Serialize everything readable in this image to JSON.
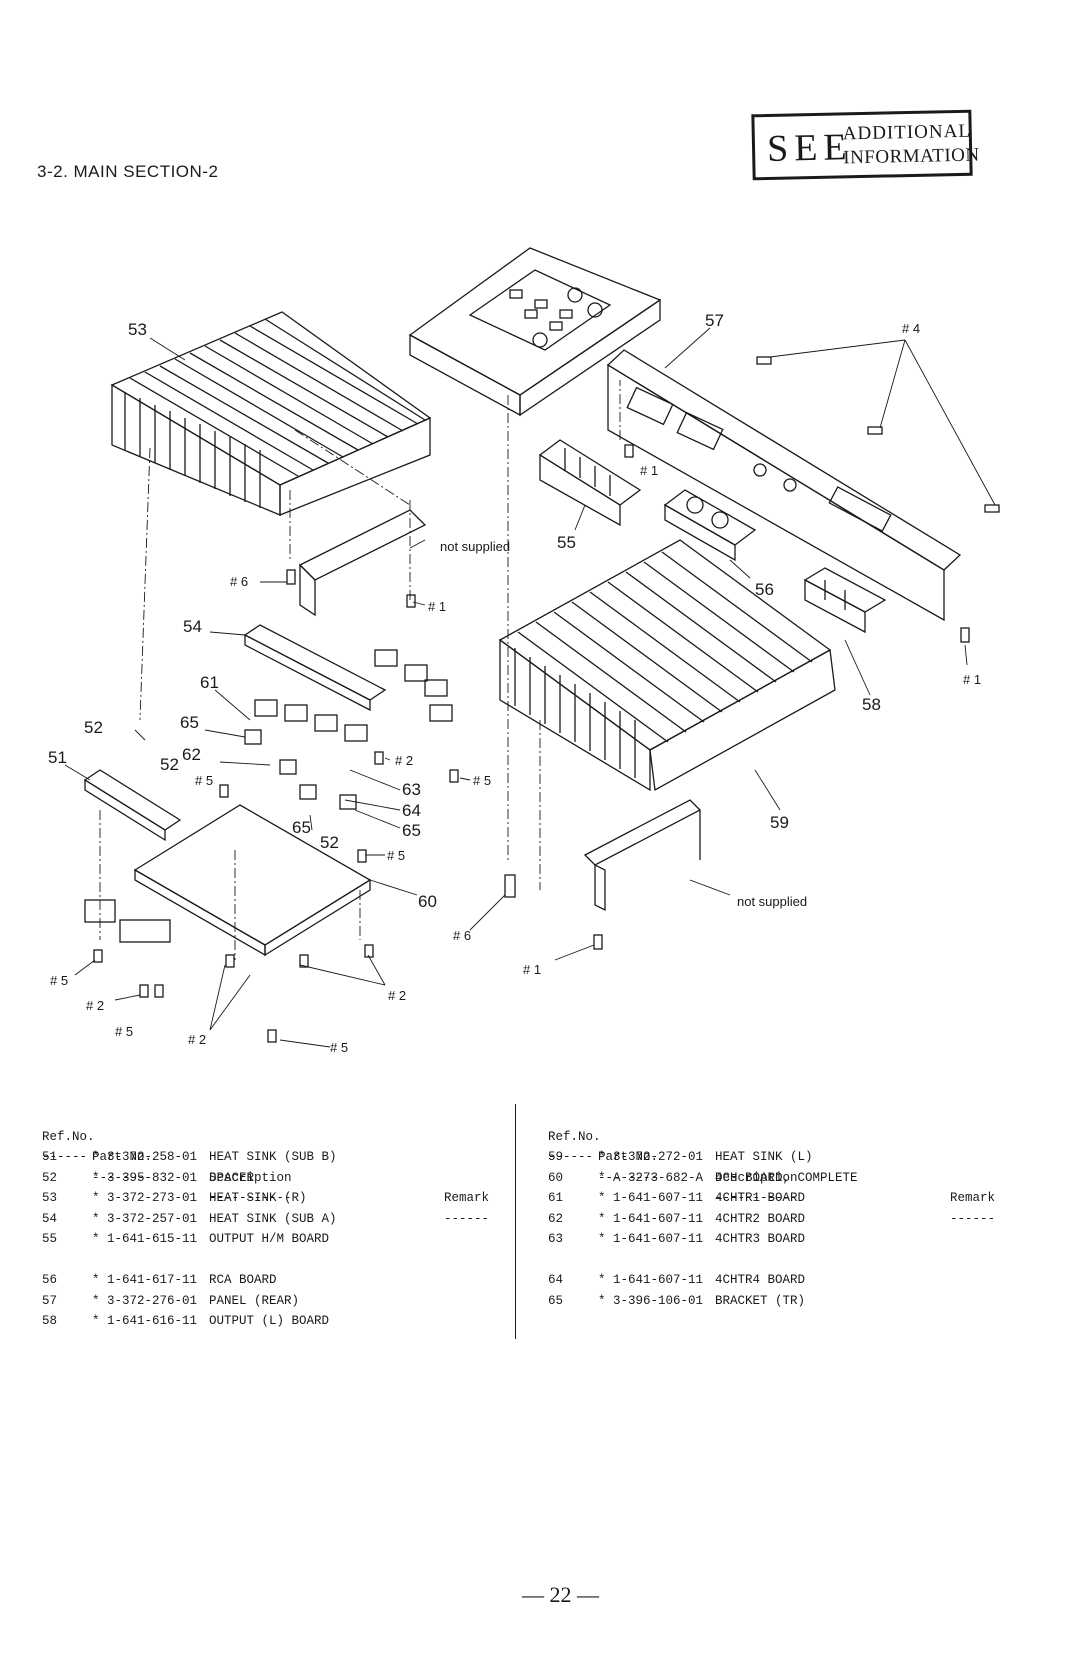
{
  "section_title": "3-2. MAIN SECTION-2",
  "stamp": {
    "see": "SEE",
    "line1": "ADDITIONAL",
    "line2": "INFORMATION"
  },
  "callouts": {
    "c53": "53",
    "c57": "57",
    "c4": "# 4",
    "c1a": "# 1",
    "c55": "55",
    "c56": "56",
    "cns1": "not supplied",
    "c6a": "# 6",
    "c1b": "# 1",
    "c54": "54",
    "c58": "58",
    "c1c": "# 1",
    "c61": "61",
    "c65a": "65",
    "c52a": "52",
    "c51": "51",
    "c52b": "52",
    "c62": "62",
    "c5a": "# 5",
    "c2a": "# 2",
    "c5b": "# 5",
    "c63": "63",
    "c64": "64",
    "c65b": "65",
    "c65c": "65",
    "c52c": "52",
    "c5c": "# 5",
    "c59": "59",
    "c60": "60",
    "cns2": "not supplied",
    "c6b": "# 6",
    "c1d": "# 1",
    "c5d": "# 5",
    "c2b": "# 2",
    "c2c": "# 2",
    "c5e": "# 5",
    "c2d": "# 2",
    "c5f": "# 5"
  },
  "table_headers": {
    "ref": "Ref.No.",
    "part": "Part No.",
    "desc": "Description",
    "remark": "Remark"
  },
  "table_rules": {
    "ref": "------",
    "part": "--------",
    "desc": "-----------",
    "remark": "------"
  },
  "left_rows": [
    {
      "ref": "51",
      "part": "* 3-372-258-01",
      "desc": "HEAT SINK (SUB B)"
    },
    {
      "ref": "52",
      "part": "* 3-395-832-01",
      "desc": "SPACER"
    },
    {
      "ref": "53",
      "part": "* 3-372-273-01",
      "desc": "HEAT SINK (R)"
    },
    {
      "ref": "54",
      "part": "* 3-372-257-01",
      "desc": "HEAT SINK (SUB A)"
    },
    {
      "ref": "55",
      "part": "* 1-641-615-11",
      "desc": "OUTPUT H/M BOARD"
    },
    {
      "ref": "56",
      "part": "* 1-641-617-11",
      "desc": "RCA BOARD"
    },
    {
      "ref": "57",
      "part": "* 3-372-276-01",
      "desc": "PANEL (REAR)"
    },
    {
      "ref": "58",
      "part": "* 1-641-616-11",
      "desc": "OUTPUT (L) BOARD"
    }
  ],
  "right_rows": [
    {
      "ref": "59",
      "part": "* 3-372-272-01",
      "desc": "HEAT SINK (L)"
    },
    {
      "ref": "60",
      "part": "* A-3273-682-A",
      "desc": "4CH BOARD, COMPLETE"
    },
    {
      "ref": "61",
      "part": "* 1-641-607-11",
      "desc": "4CHTR1 BOARD"
    },
    {
      "ref": "62",
      "part": "* 1-641-607-11",
      "desc": "4CHTR2 BOARD"
    },
    {
      "ref": "63",
      "part": "* 1-641-607-11",
      "desc": "4CHTR3 BOARD"
    },
    {
      "ref": "64",
      "part": "* 1-641-607-11",
      "desc": "4CHTR4 BOARD"
    },
    {
      "ref": "65",
      "part": "* 3-396-106-01",
      "desc": "BRACKET (TR)"
    }
  ],
  "page_number": "— 22 —"
}
